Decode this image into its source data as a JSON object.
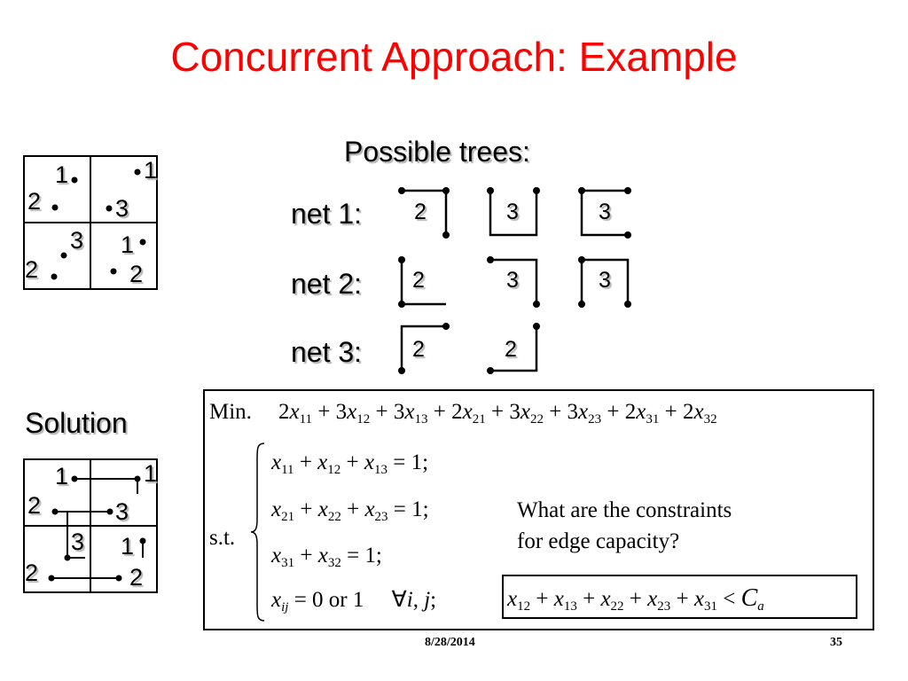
{
  "slide": {
    "title": "Concurrent Approach: Example",
    "possible_trees_label": "Possible trees:",
    "solution_label": "Solution",
    "nets": [
      {
        "label": "net 1:",
        "trees": [
          "2",
          "3",
          "3"
        ]
      },
      {
        "label": "net 2:",
        "trees": [
          "2",
          "3",
          "3"
        ]
      },
      {
        "label": "net 3:",
        "trees": [
          "2",
          "2"
        ]
      }
    ],
    "grid_pins": [
      {
        "cell": "top-left",
        "labels": [
          "1",
          "2"
        ]
      },
      {
        "cell": "top-right",
        "labels": [
          "1",
          "3"
        ]
      },
      {
        "cell": "bottom-left",
        "labels": [
          "3",
          "2"
        ]
      },
      {
        "cell": "bottom-right",
        "labels": [
          "1",
          "2"
        ]
      }
    ],
    "formulation": {
      "min_label": "Min.",
      "st_label": "s.t.",
      "question_line1": "What are the constraints",
      "question_line2": "for edge capacity?"
    },
    "footer": {
      "date": "8/28/2014",
      "page": "35"
    }
  }
}
